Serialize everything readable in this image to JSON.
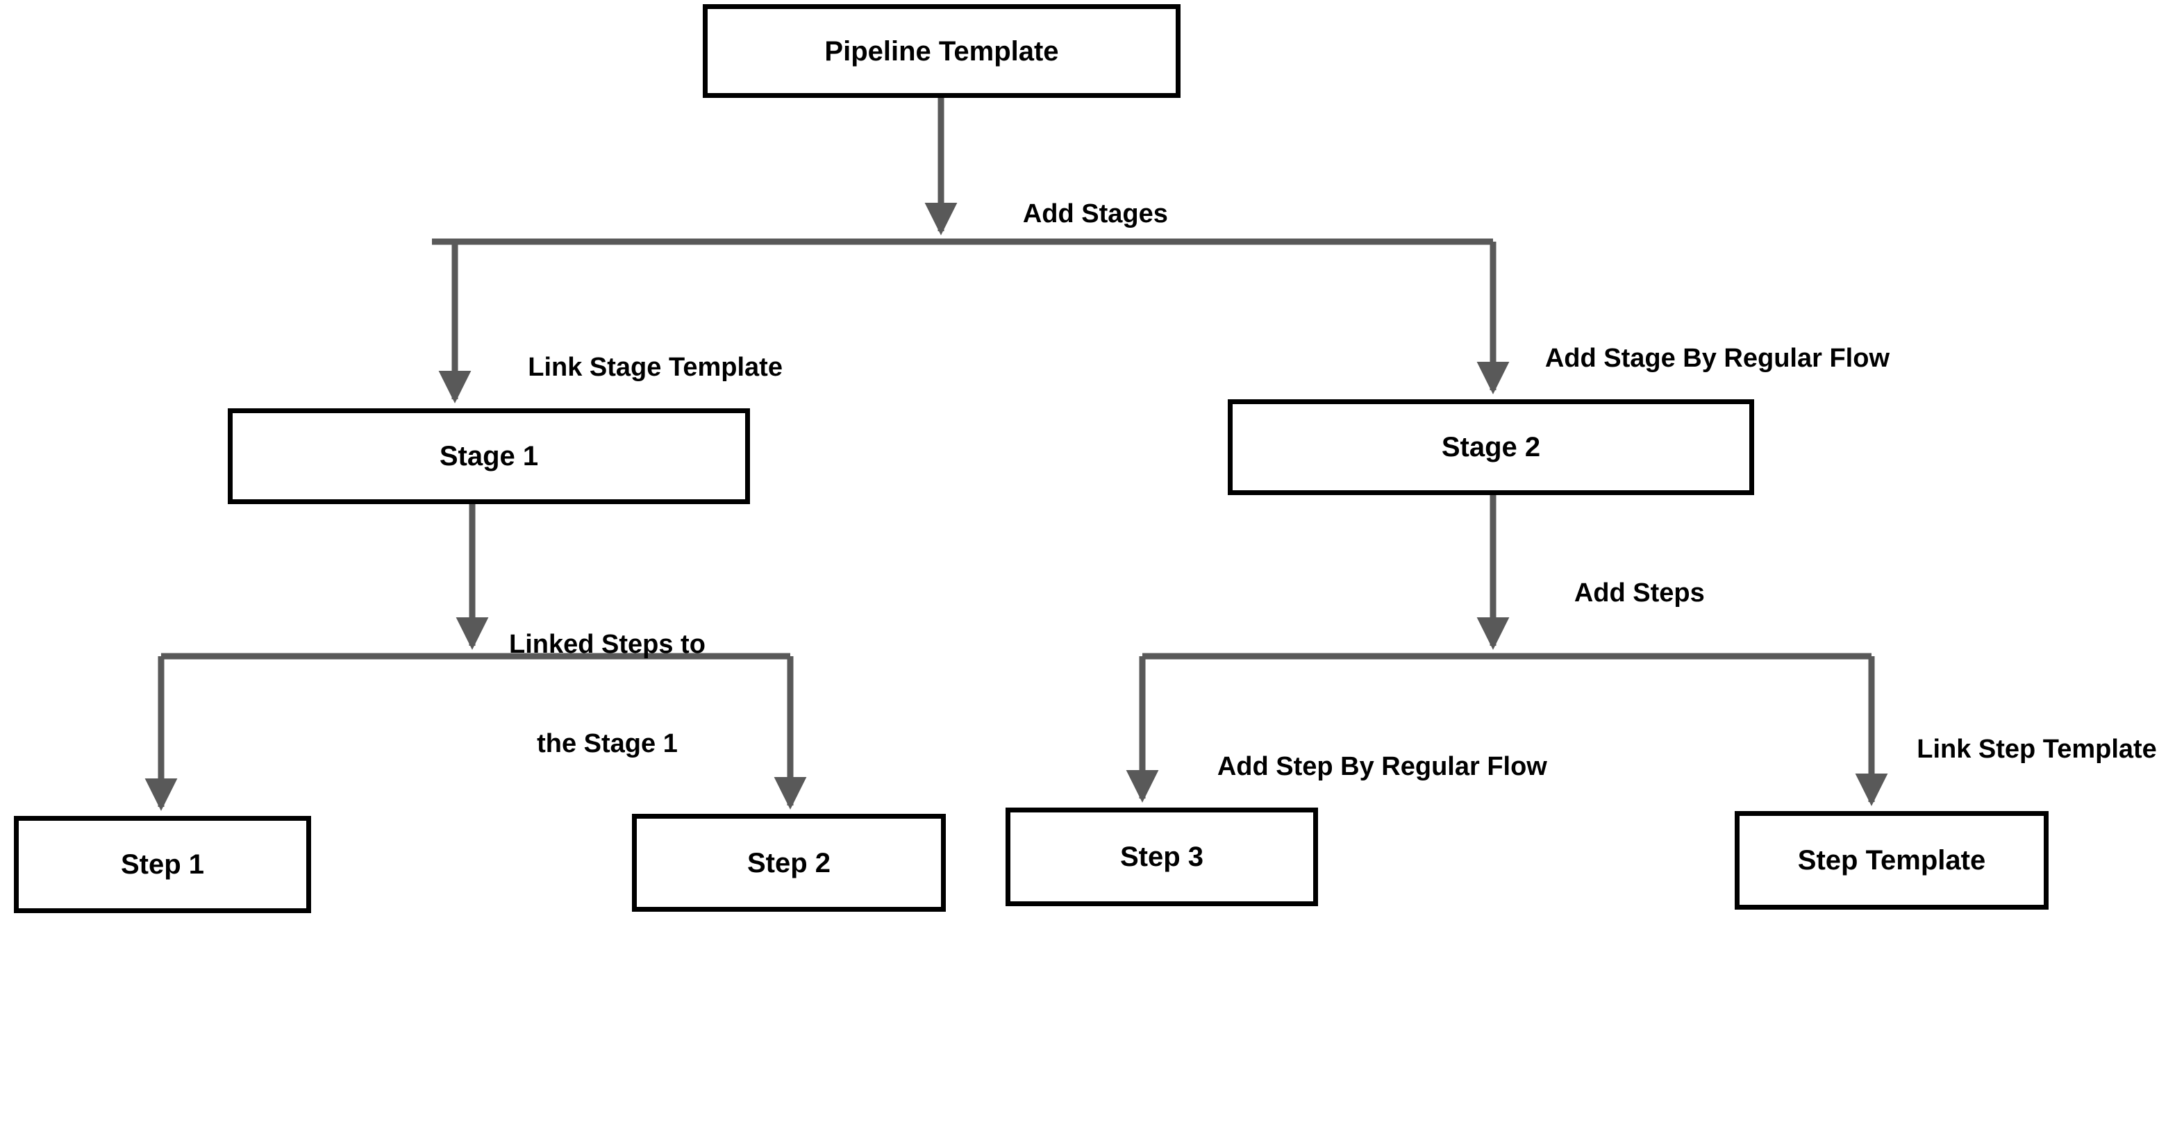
{
  "diagram": {
    "type": "flowchart",
    "title": "Pipeline Template composition flow",
    "colors": {
      "node_border": "#000000",
      "node_fill": "#ffffff",
      "edge": "#595959",
      "text": "#000000",
      "background": "#ffffff"
    },
    "nodes": [
      {
        "id": "pipeline-template",
        "label": "Pipeline Template",
        "level": 0
      },
      {
        "id": "stage-1",
        "label": "Stage 1",
        "level": 1
      },
      {
        "id": "stage-2",
        "label": "Stage 2",
        "level": 1
      },
      {
        "id": "step-1",
        "label": "Step 1",
        "level": 2
      },
      {
        "id": "step-2",
        "label": "Step 2",
        "level": 2
      },
      {
        "id": "step-3",
        "label": "Step 3",
        "level": 2
      },
      {
        "id": "step-template",
        "label": "Step Template",
        "level": 2
      }
    ],
    "edges": [
      {
        "id": "e-add-stages",
        "from": "pipeline-template",
        "to": "split-stages",
        "label": "Add Stages"
      },
      {
        "id": "e-link-stage-template",
        "from": "split-stages",
        "to": "stage-1",
        "label": "Link Stage Template"
      },
      {
        "id": "e-add-stage-regular",
        "from": "split-stages",
        "to": "stage-2",
        "label": "Add Stage By Regular Flow"
      },
      {
        "id": "e-linked-steps",
        "from": "stage-1",
        "to": "split-steps-left",
        "label_line1": "Linked Steps to",
        "label_line2": "the Stage 1"
      },
      {
        "id": "e-add-steps",
        "from": "stage-2",
        "to": "split-steps-right",
        "label": "Add Steps"
      },
      {
        "id": "e-step-1",
        "from": "split-steps-left",
        "to": "step-1",
        "label": ""
      },
      {
        "id": "e-step-2",
        "from": "split-steps-left",
        "to": "step-2",
        "label": ""
      },
      {
        "id": "e-add-step-regular",
        "from": "split-steps-right",
        "to": "step-3",
        "label": "Add Step By Regular Flow"
      },
      {
        "id": "e-link-step-template",
        "from": "split-steps-right",
        "to": "step-template",
        "label": "Link Step Template"
      }
    ]
  }
}
